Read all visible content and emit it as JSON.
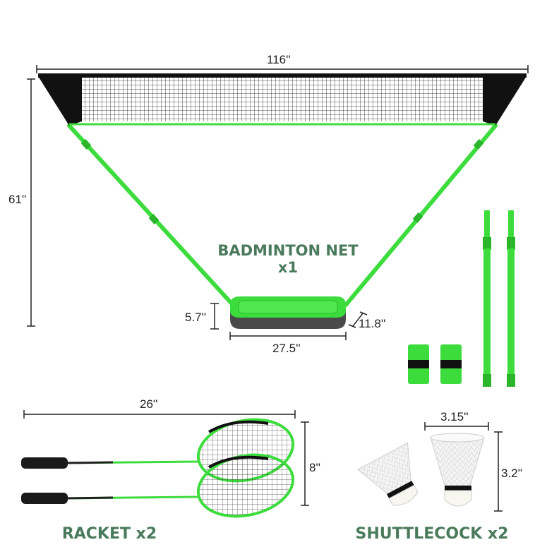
{
  "dimensions": {
    "net_width": "116''",
    "net_height": "61''",
    "base_height": "5.7''",
    "base_depth": "11.8''",
    "base_length": "27.5''",
    "racket_length": "26''",
    "racket_head_height": "8''",
    "shuttle_width": "3.15''",
    "shuttle_height": "3.2''"
  },
  "labels": {
    "net_line1": "BADMINTON NET",
    "net_line2": "x1",
    "racket": "RACKET x2",
    "shuttlecock": "SHUTTLECOCK x2"
  },
  "colors": {
    "brand_green": "#3ddc3d",
    "label_text": "#4a7a5c",
    "net_black": "#111111",
    "base_gray": "#4a4a4a"
  }
}
